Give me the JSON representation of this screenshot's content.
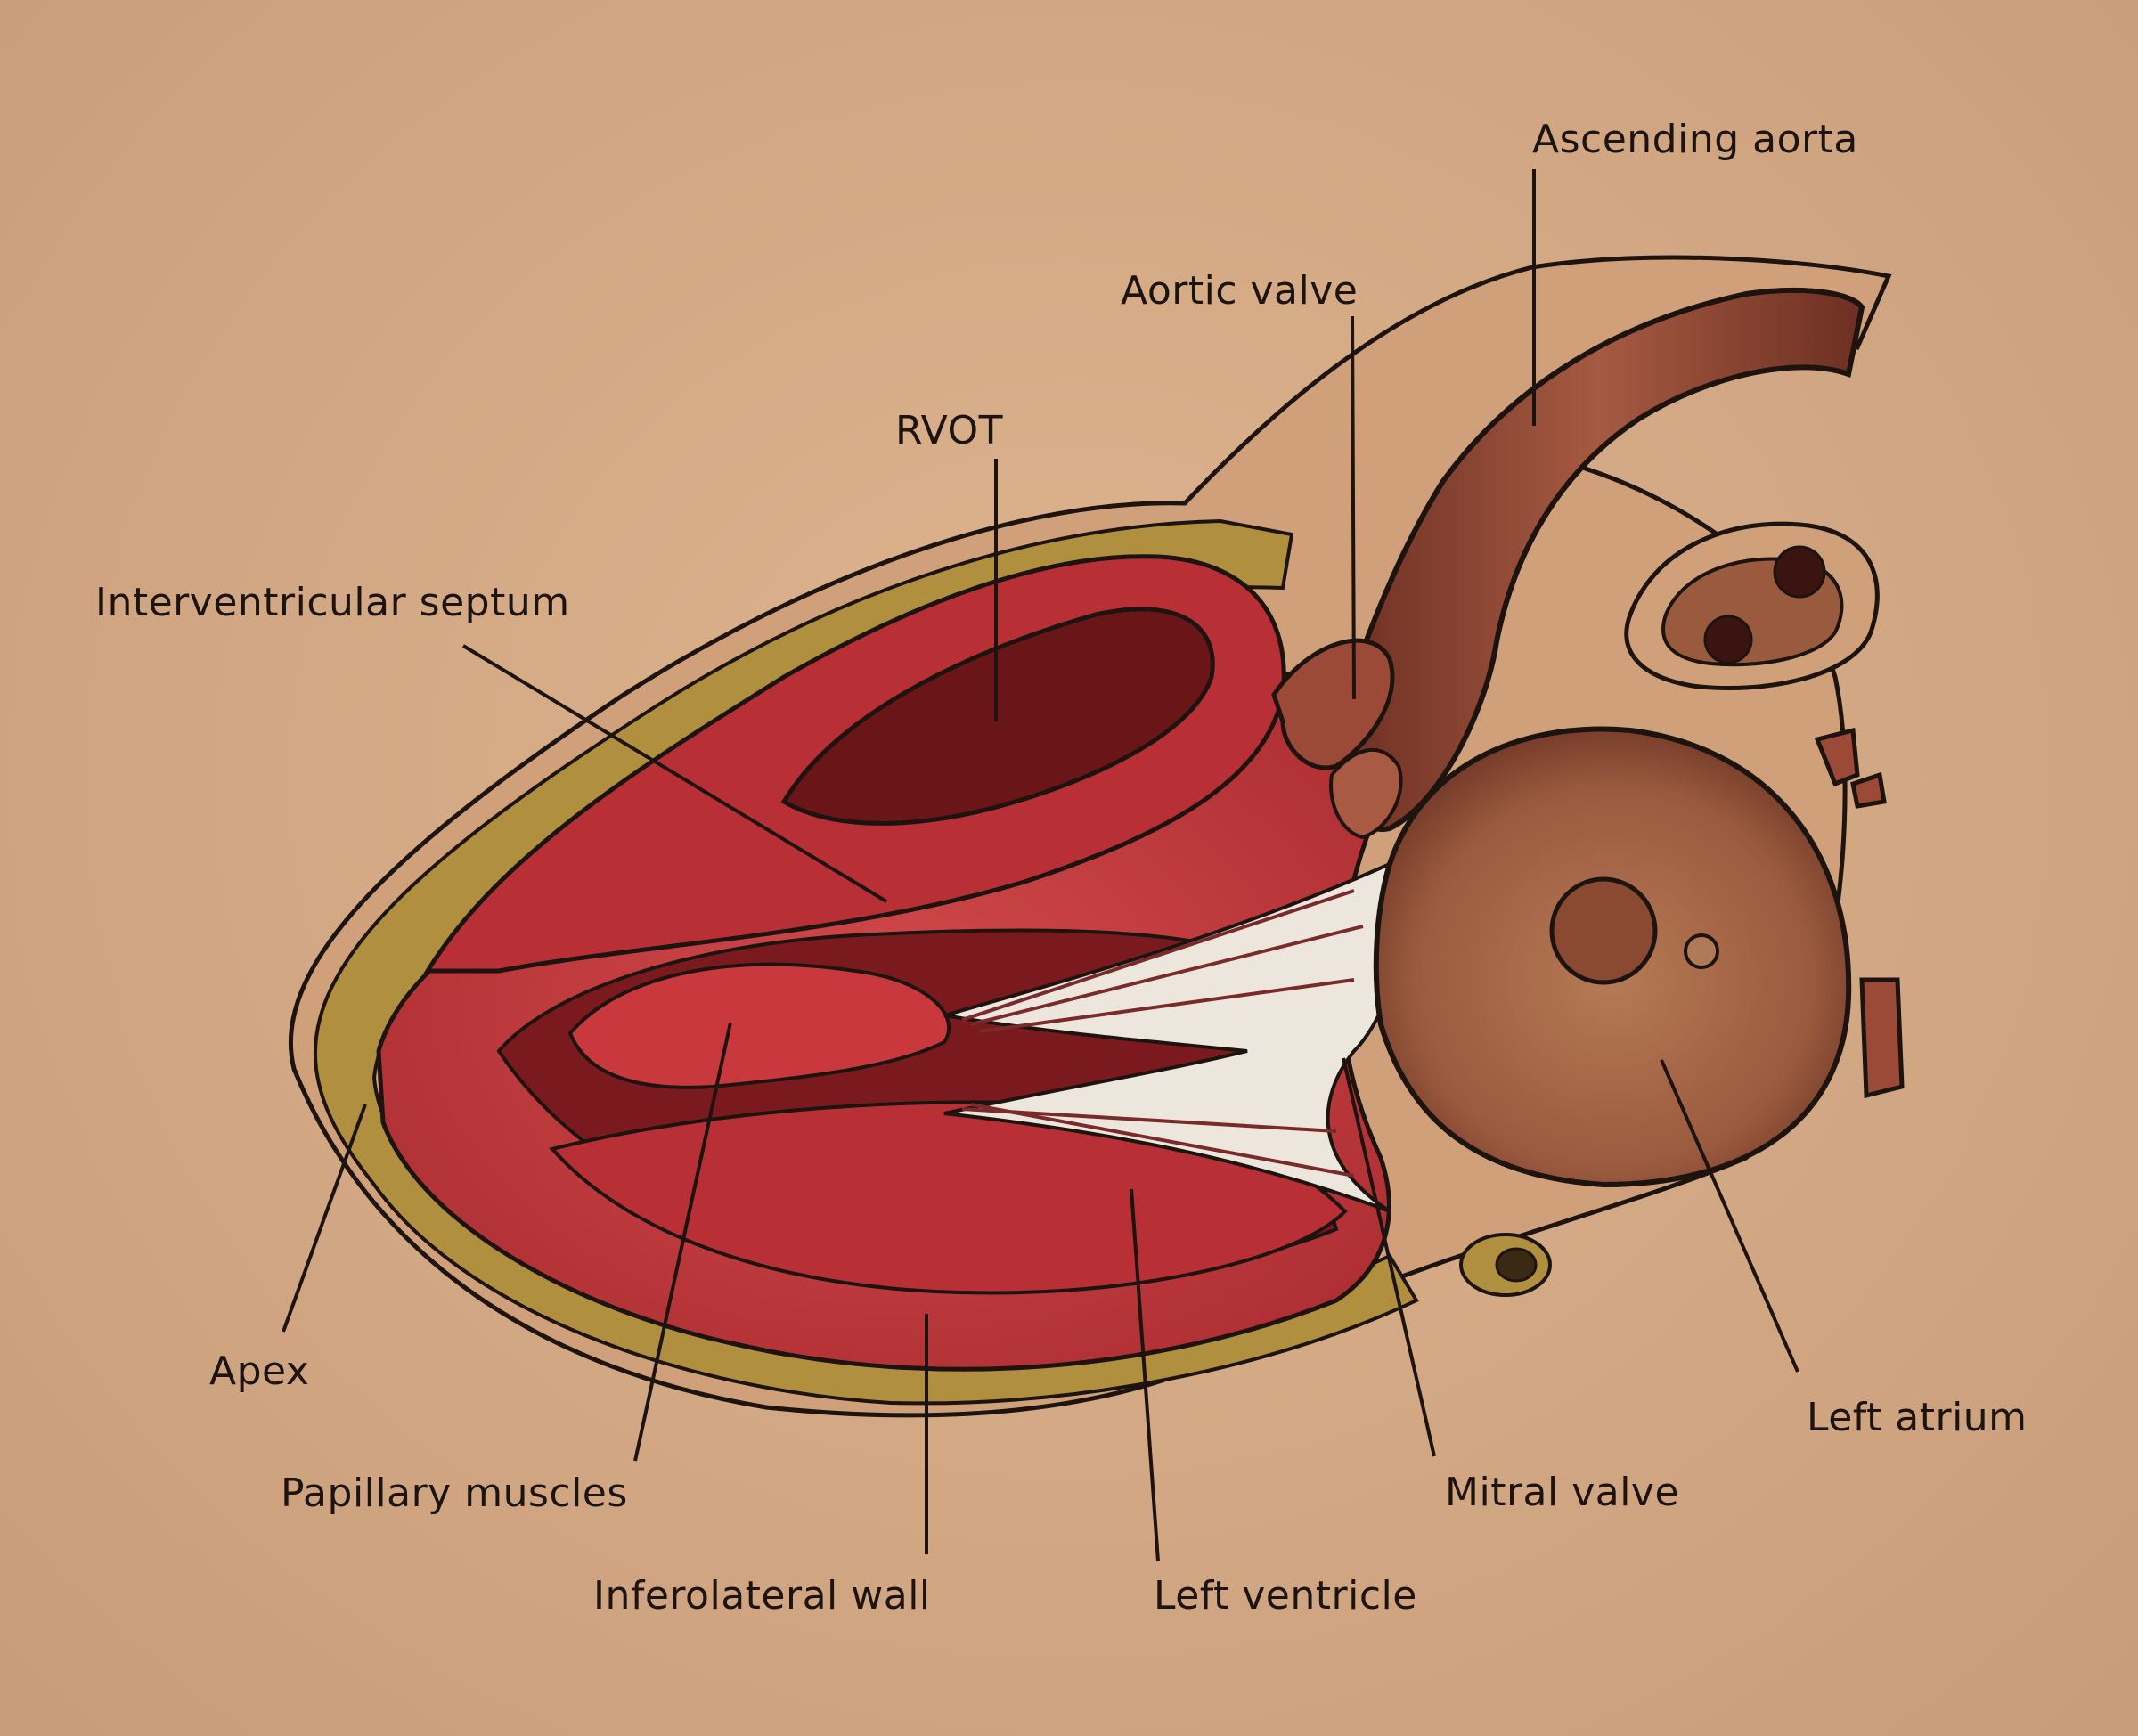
{
  "labels": {
    "ascending_aorta": "Ascending aorta",
    "aortic_valve": "Aortic valve",
    "rvot": "RVOT",
    "interventricular_septum": "Interventricular septum",
    "apex": "Apex",
    "papillary_muscles": "Papillary muscles",
    "inferolateral_wall": "Inferolateral wall",
    "left_ventricle": "Left ventricle",
    "mitral_valve": "Mitral valve",
    "left_atrium": "Left atrium"
  },
  "colors": {
    "background": "#d2a783",
    "myocardium": "#c6343a",
    "myocardium_dark": "#8a1e24",
    "cavity": "#6a1518",
    "aorta": "#8f4a37",
    "atrium": "#9a5a3e",
    "fat": "#a88a3a",
    "valve_tissue": "#ece6dc",
    "outline": "#1d1410"
  }
}
